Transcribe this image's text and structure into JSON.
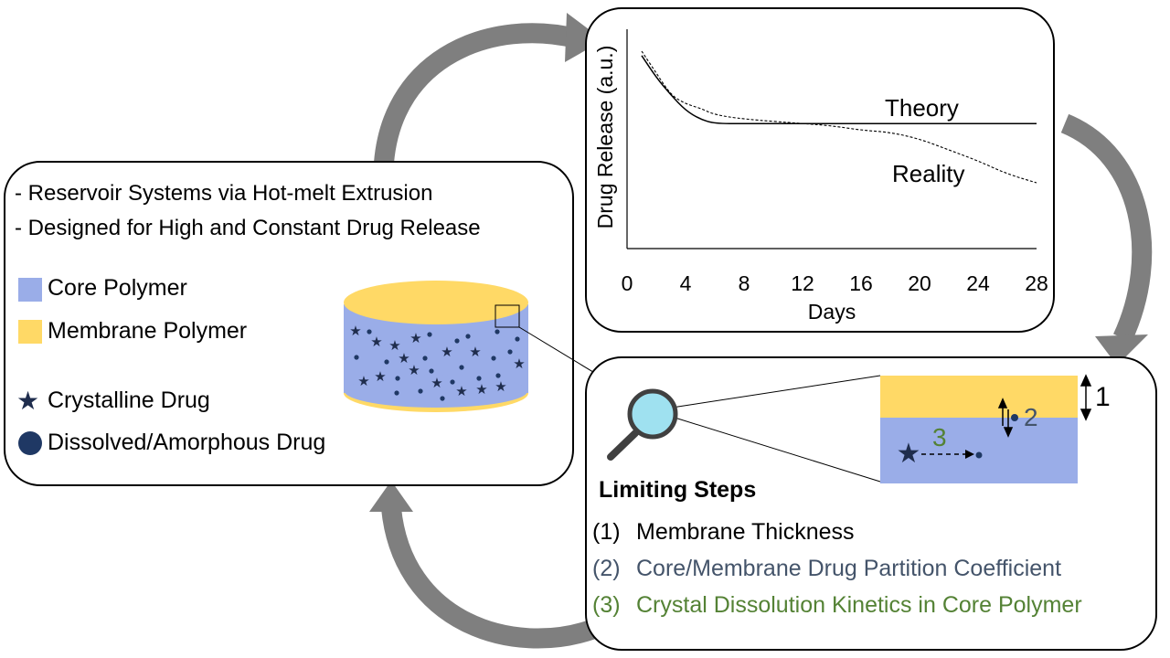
{
  "left_panel": {
    "lines": [
      "- Reservoir Systems via Hot-melt Extrusion",
      "- Designed for High and Constant Drug Release"
    ],
    "legend": [
      {
        "label": "Core Polymer",
        "icon": "square",
        "color": "#9aade8"
      },
      {
        "label": "Membrane Polymer",
        "icon": "square",
        "color": "#ffd966"
      },
      {
        "label": "Crystalline Drug",
        "icon": "star",
        "color": "#1f2d4d"
      },
      {
        "label": "Dissolved/Amorphous Drug",
        "icon": "circle",
        "color": "#1f3864"
      }
    ]
  },
  "chart_data": {
    "type": "line",
    "xlabel": "Days",
    "ylabel": "Drug Release (a.u.)",
    "xlim": [
      0,
      28
    ],
    "x_ticks": [
      0,
      4,
      8,
      12,
      16,
      20,
      24,
      28
    ],
    "series": [
      {
        "name": "Theory",
        "style": "solid",
        "x": [
          1,
          2,
          3,
          4,
          5,
          6,
          8,
          12,
          16,
          20,
          24,
          28
        ],
        "y": [
          0.88,
          0.78,
          0.7,
          0.63,
          0.59,
          0.57,
          0.57,
          0.57,
          0.57,
          0.57,
          0.57,
          0.57
        ]
      },
      {
        "name": "Reality",
        "style": "dashed",
        "x": [
          1,
          2,
          3,
          4,
          5,
          6,
          8,
          12,
          14,
          16,
          18,
          20,
          22,
          24,
          26,
          28
        ],
        "y": [
          0.9,
          0.8,
          0.7,
          0.66,
          0.64,
          0.61,
          0.59,
          0.57,
          0.56,
          0.54,
          0.53,
          0.5,
          0.45,
          0.4,
          0.34,
          0.3
        ]
      }
    ]
  },
  "right_panel": {
    "title": "Limiting Steps",
    "steps": [
      {
        "num": "(1)",
        "text": "Membrane Thickness",
        "color": "#000000"
      },
      {
        "num": "(2)",
        "text": "Core/Membrane Drug Partition Coefficient",
        "color": "#44546a"
      },
      {
        "num": "(3)",
        "text": "Crystal Dissolution Kinetics in Core Polymer",
        "color": "#548235"
      }
    ],
    "zoom_labels": {
      "one": "1",
      "two": "2",
      "three": "3"
    },
    "colors": {
      "membrane": "#ffd966",
      "core": "#9aade8",
      "two": "#44546a",
      "three": "#548235"
    }
  },
  "arrow_color": "#7f7f7f"
}
